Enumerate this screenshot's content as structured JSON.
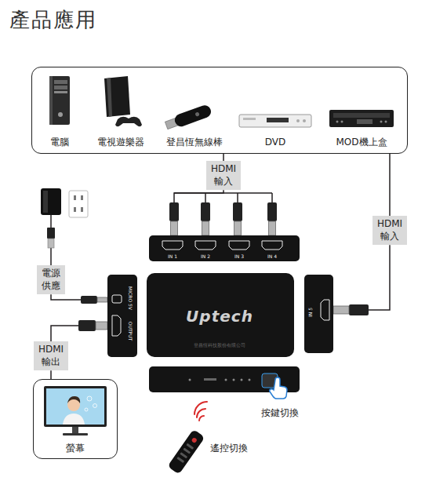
{
  "diagram": {
    "title": "產品應用",
    "nodes": [
      {
        "text": [
          "電腦",
          "電視遊樂器",
          "登昌恆無線棒",
          "DVD",
          "MOD機上盒"
        ]
      },
      {
        "text": [
          "HDMI 輸入"
        ]
      },
      {
        "text": [
          "HDMI 輸入"
        ]
      },
      {
        "text": [
          "IN 1",
          "IN 2",
          "IN 3",
          "IN 4"
        ]
      },
      {
        "text": [
          "電源 供應"
        ]
      },
      {
        "text": [
          "MICRO 5V",
          "OUTPUT"
        ]
      },
      {
        "text": [
          "Uptech",
          "登昌恆科技股份有限公司"
        ]
      },
      {
        "text": [
          "IN 5"
        ]
      },
      {
        "text": [
          "HDMI 輸出"
        ]
      },
      {
        "text": [
          "螢幕"
        ]
      }
    ],
    "edges": [
      {
        "from": 0,
        "to": 1,
        "arrow": "none"
      },
      {
        "from": 1,
        "to": 3,
        "arrow": "none"
      },
      {
        "from": 0,
        "to": 2,
        "arrow": "none"
      },
      {
        "from": 2,
        "to": 7,
        "arrow": "none"
      },
      {
        "from": 4,
        "to": 5,
        "arrow": "none"
      },
      {
        "from": 5,
        "to": 8,
        "arrow": "none"
      },
      {
        "from": 8,
        "to": 9,
        "arrow": "none"
      }
    ],
    "labels": [
      "按鍵切換",
      "遙控切換"
    ]
  }
}
